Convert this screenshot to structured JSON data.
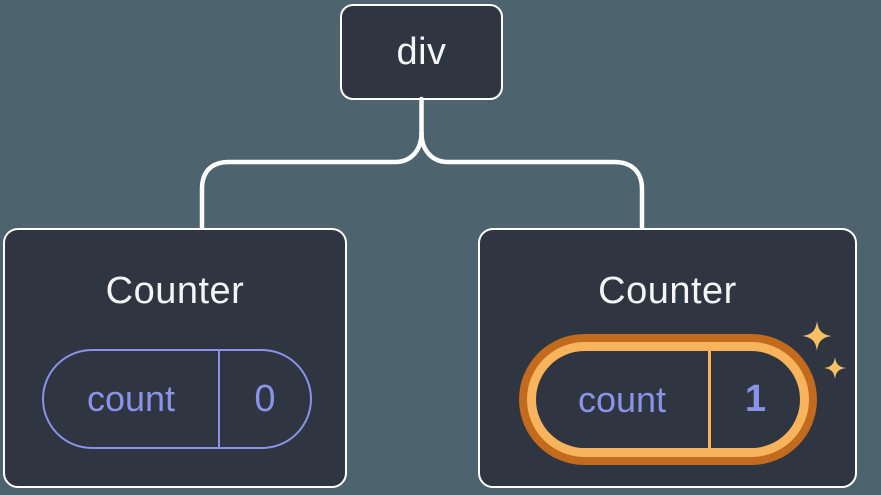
{
  "colors": {
    "bg": "#4d636e",
    "card": "#2f3541",
    "line": "#ffffff",
    "text": "#f4f5f7",
    "purple": "#8a93e8",
    "orange-dark": "#c26a1e",
    "orange-light": "#f8b45c",
    "sparkle": "#f9bf63"
  },
  "tree": {
    "root": {
      "label": "div"
    },
    "children": [
      {
        "title": "Counter",
        "state_key": "count",
        "state_value": "0",
        "highlighted": false
      },
      {
        "title": "Counter",
        "state_key": "count",
        "state_value": "1",
        "highlighted": true
      }
    ]
  },
  "icons": {
    "sparkles": "sparkles-icon"
  }
}
